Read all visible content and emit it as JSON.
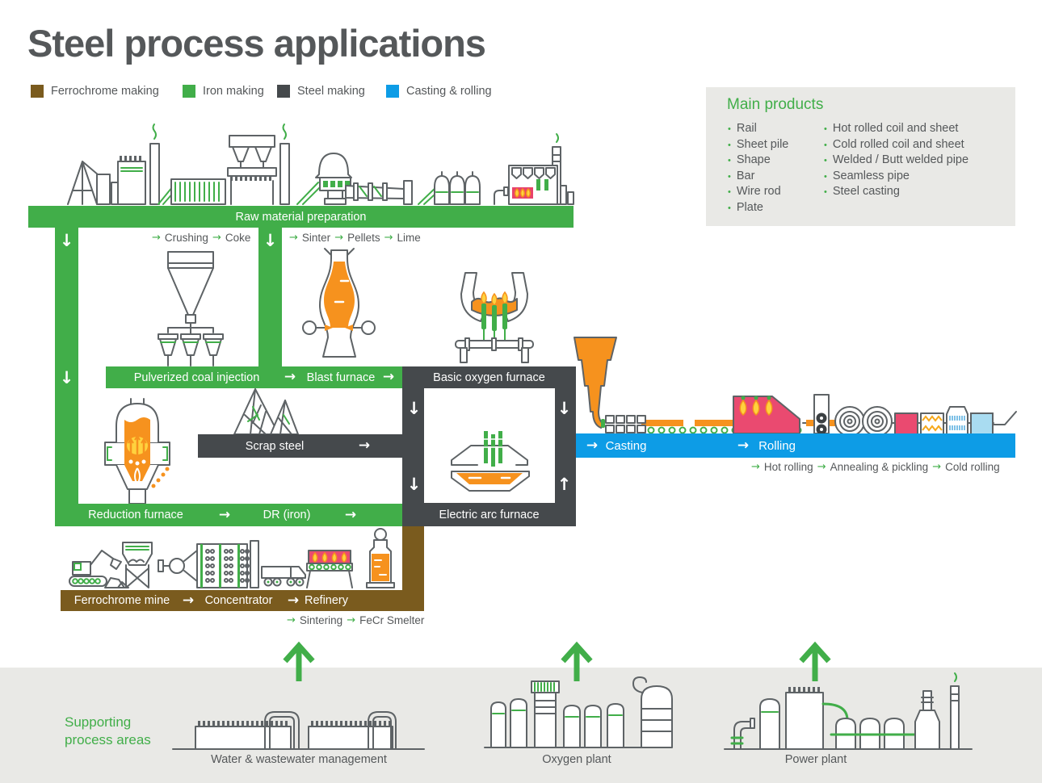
{
  "title": "Steel process applications",
  "legend": {
    "items": [
      {
        "label": "Ferrochrome making",
        "color": "#7a5b1e"
      },
      {
        "label": "Iron making",
        "color": "#41ae49"
      },
      {
        "label": "Steel making",
        "color": "#45494c"
      },
      {
        "label": "Casting & rolling",
        "color": "#0d9ce6"
      }
    ]
  },
  "main_products": {
    "title": "Main products",
    "column1": [
      "Rail",
      "Sheet pile",
      "Shape",
      "Bar",
      "Wire rod",
      "Plate"
    ],
    "column2": [
      "Hot rolled coil and sheet",
      "Cold rolled coil and sheet",
      "Welded / Butt welded pipe",
      "Seamless pipe",
      "Steel casting"
    ]
  },
  "flow": {
    "raw_material_label": "Raw material preparation",
    "crushing_steps": [
      "Crushing",
      "Coke"
    ],
    "sinter_steps": [
      "Sinter",
      "Pellets",
      "Lime"
    ],
    "pci_label": "Pulverized coal injection",
    "blast_furnace_label": "Blast furnace",
    "bof_label": "Basic oxygen furnace",
    "scrap_label": "Scrap steel",
    "eaf_label": "Electric arc furnace",
    "reduction_label": "Reduction furnace",
    "dr_label": "DR (iron)",
    "ferrochrome_steps": [
      "Ferrochrome mine",
      "Concentrator",
      "Refinery"
    ],
    "smelter_steps": [
      "Sintering",
      "FeCr Smelter"
    ],
    "casting_label": "Casting",
    "rolling_label": "Rolling",
    "rolling_steps": [
      "Hot rolling",
      "Annealing & pickling",
      "Cold rolling"
    ]
  },
  "supporting": {
    "title_line1": "Supporting",
    "title_line2": "process areas",
    "facilities": [
      "Water & wastewater management",
      "Oxygen plant",
      "Power plant"
    ]
  },
  "glyphs": {
    "arrow_right": "→",
    "arrow_down": "↓",
    "arrow_up": "↑",
    "bullet": "•"
  }
}
